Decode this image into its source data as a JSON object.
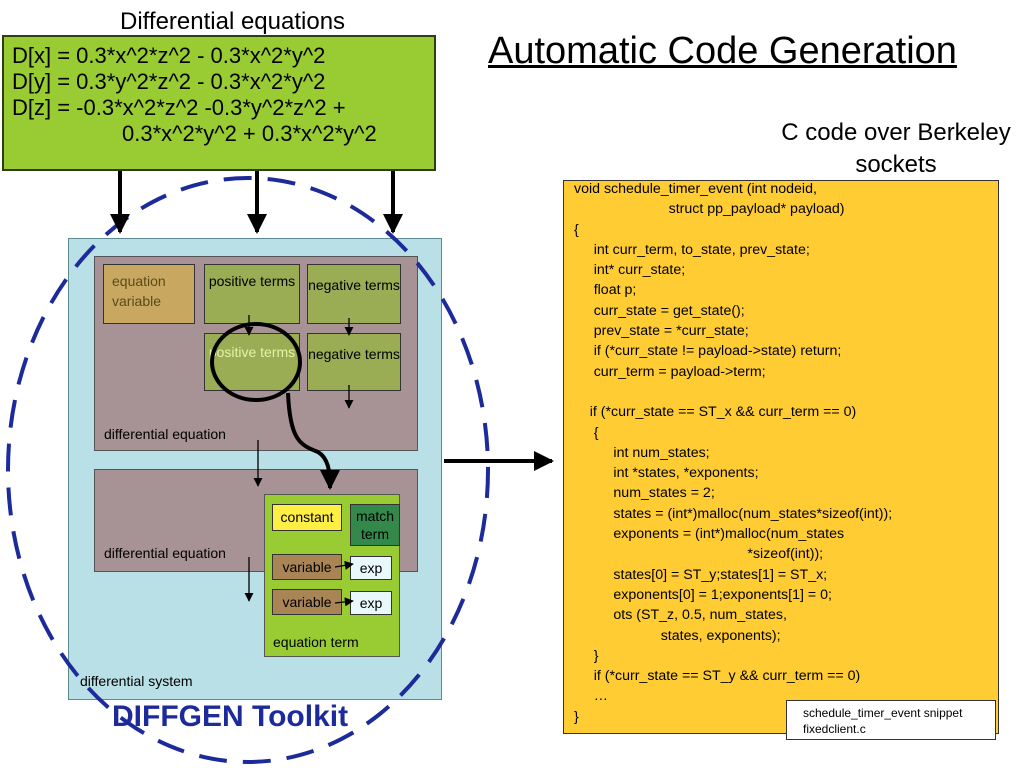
{
  "slide_title": "Automatic Code Generation",
  "de_block": {
    "title": "Differential equations",
    "lines": [
      "D[x] = 0.3*x^2*z^2 - 0.3*x^2*y^2",
      "D[y] = 0.3*y^2*z^2 - 0.3*x^2*y^2",
      "D[z] = -0.3*x^2*z^2 -0.3*y^2*z^2 +",
      "0.3*x^2*y^2 + 0.3*x^2*y^2"
    ]
  },
  "toolkit": {
    "name": "DIFFGEN Toolkit",
    "system_label": "differential system",
    "de_label_1": "differential equation",
    "de_label_2": "differential equation",
    "equation_variable": "equation variable",
    "positive_terms_1": "positive terms",
    "negative_terms_1": "negative terms",
    "positive_terms_2": "positive terms",
    "negative_terms_2": "negative terms",
    "equation_term": "equation term",
    "constant": "constant",
    "match_term": "match term",
    "variable_1": "variable",
    "variable_2": "variable",
    "exp_1": "exp",
    "exp_2": "exp"
  },
  "c_code": {
    "heading": "C code over Berkeley sockets",
    "lines": [
      "void schedule_timer_event (int nodeid,",
      "                        struct pp_payload* payload)",
      "{",
      "     int curr_term, to_state, prev_state;",
      "     int* curr_state;",
      "     float p;",
      "     curr_state = get_state();",
      "     prev_state = *curr_state;",
      "     if (*curr_state != payload->state) return;",
      "     curr_term = payload->term;",
      "",
      "    if (*curr_state == ST_x && curr_term == 0)",
      "     {",
      "          int num_states;",
      "          int *states, *exponents;",
      "          num_states = 2;",
      "          states = (int*)malloc(num_states*sizeof(int));",
      "          exponents = (int*)malloc(num_states",
      "                                            *sizeof(int));",
      "          states[0] = ST_y;states[1] = ST_x;",
      "          exponents[0] = 1;exponents[1] = 0;",
      "          ots (ST_z, 0.5, num_states,",
      "                      states, exponents);",
      "     }",
      "     if (*curr_state == ST_y && curr_term == 0)",
      "     …",
      "}"
    ],
    "snippet_title": "schedule_timer_event snippet",
    "snippet_file": "fixedclient.c"
  }
}
